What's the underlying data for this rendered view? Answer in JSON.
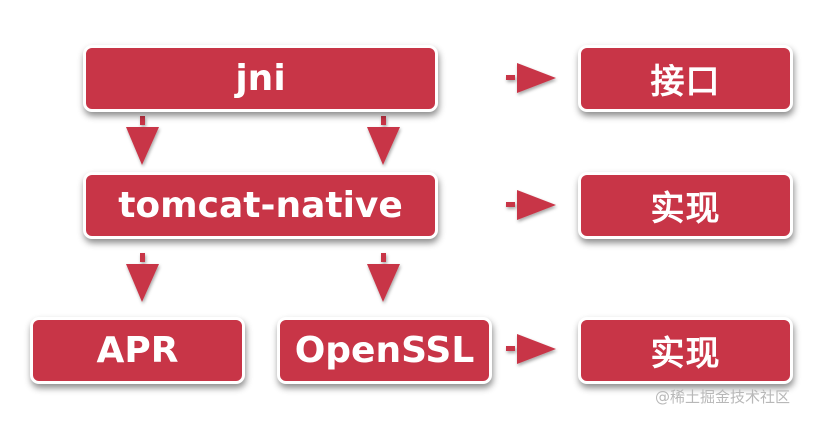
{
  "nodes": {
    "jni": "jni",
    "tomcat_native": "tomcat-native",
    "apr": "APR",
    "openssl": "OpenSSL",
    "interface": "接口",
    "impl1": "实现",
    "impl2": "实现"
  },
  "watermark": "@稀土掘金技术社区",
  "colors": {
    "box_fill": "#c83547",
    "arrow_fill": "#c83547"
  }
}
